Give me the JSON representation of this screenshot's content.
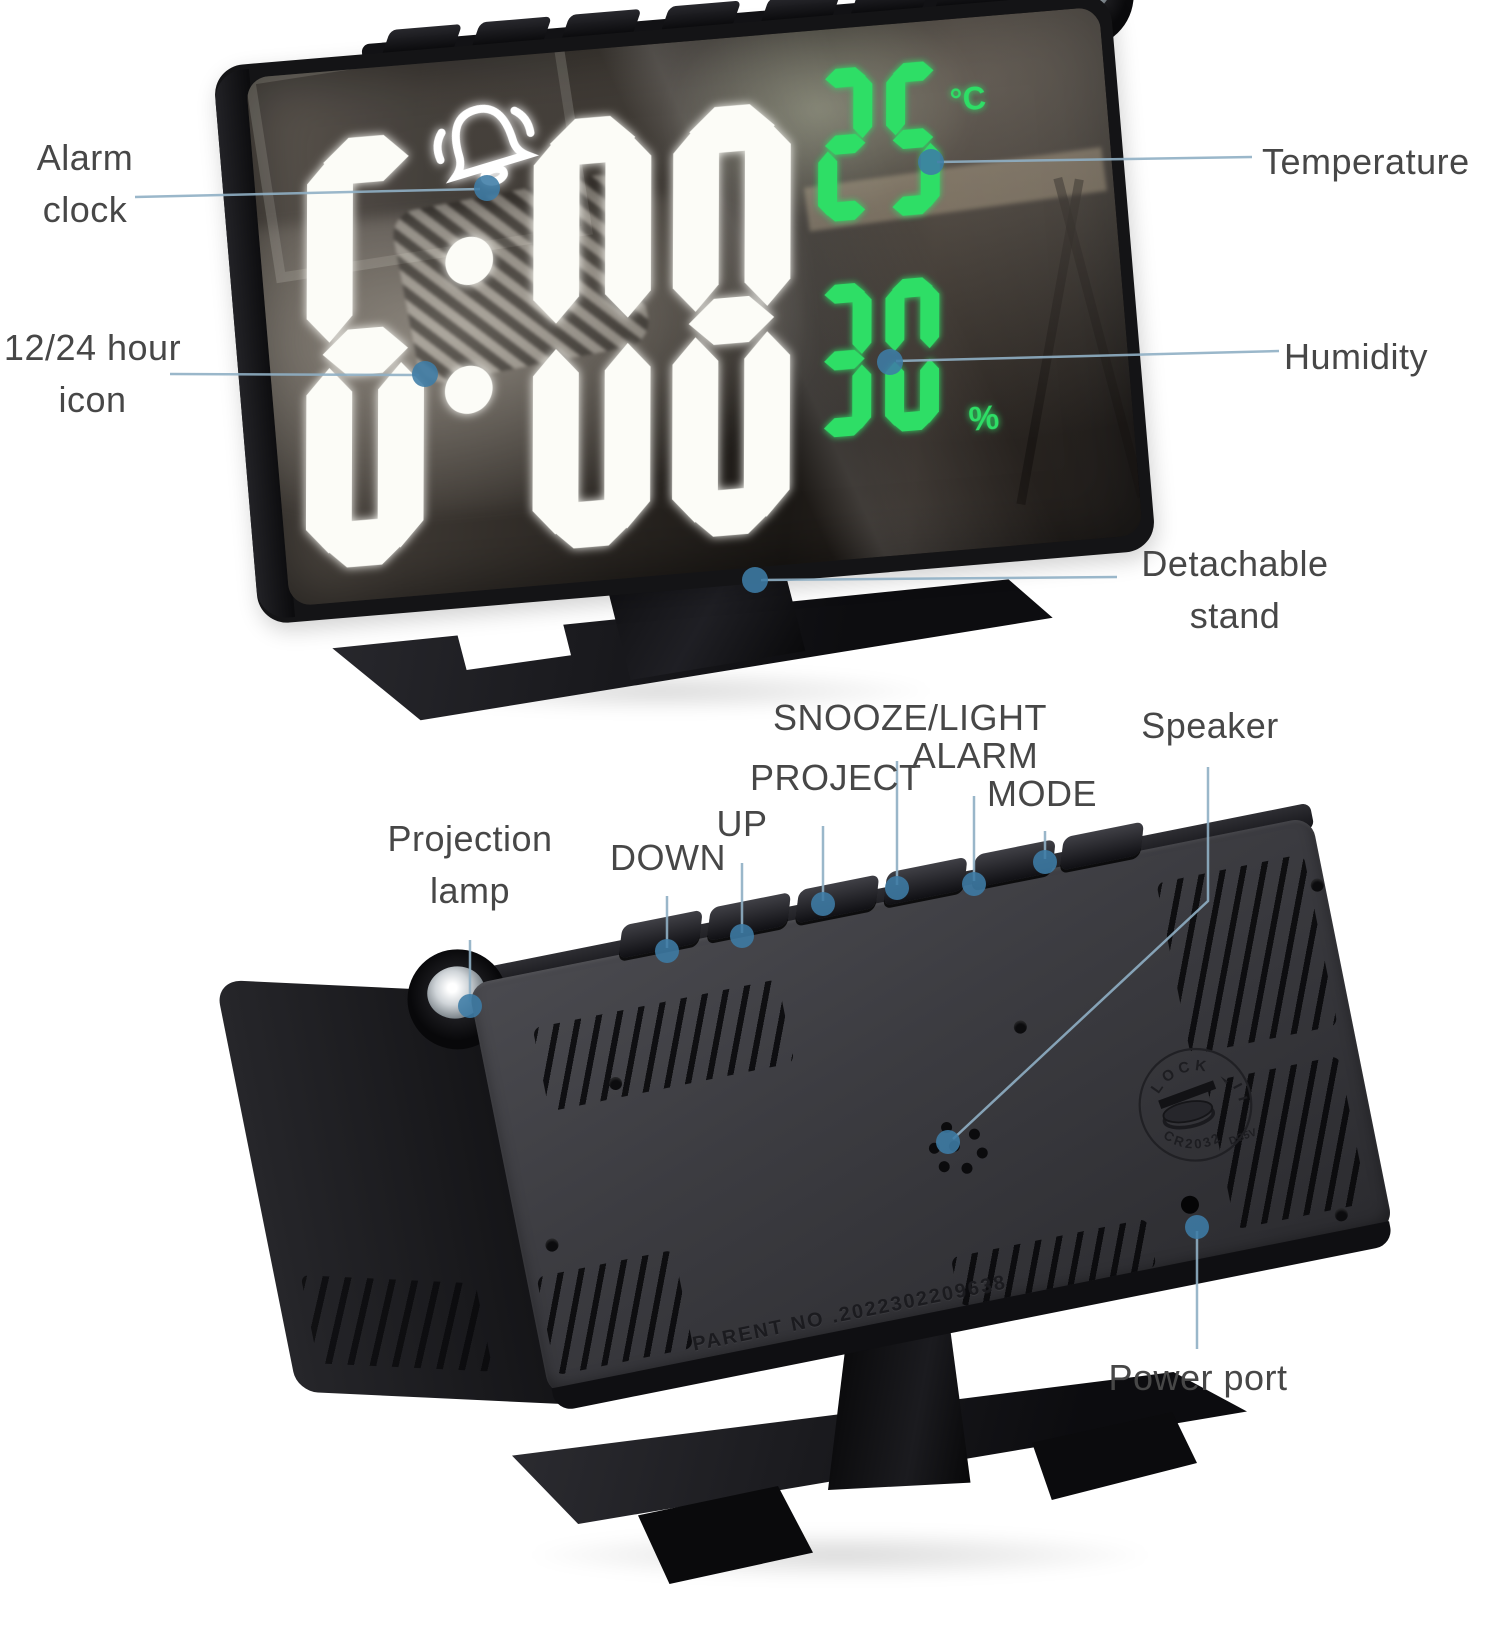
{
  "front_view": {
    "display": {
      "time": "6:08",
      "temperature_value": "25",
      "temperature_unit": "°C",
      "humidity_value": "30",
      "humidity_unit": "%"
    },
    "callouts": {
      "alarm_clock": "Alarm\nclock",
      "hour_icon": "12/24 hour\nicon",
      "temperature": "Temperature",
      "humidity": "Humidity",
      "detachable_stand": "Detachable\nstand"
    }
  },
  "back_view": {
    "callouts": {
      "projection_lamp": "Projection\nlamp",
      "down": "DOWN",
      "up": "UP",
      "project": "PROJECT",
      "snooze_light": "SNOOZE/LIGHT",
      "alarm": "ALARM",
      "mode": "MODE",
      "speaker": "Speaker",
      "power_port": "Power port"
    },
    "markings": {
      "lock": "LOCK",
      "battery_model": "CR2032",
      "voltage": "DC5V",
      "serial": "PARENT NO .2022302209638"
    }
  },
  "colors": {
    "led_white": "#fcfcf7",
    "led_green": "#2ede66",
    "label_text": "#474747",
    "leader_line": "#8fafc4",
    "leader_dot": "#3e7ca6"
  }
}
